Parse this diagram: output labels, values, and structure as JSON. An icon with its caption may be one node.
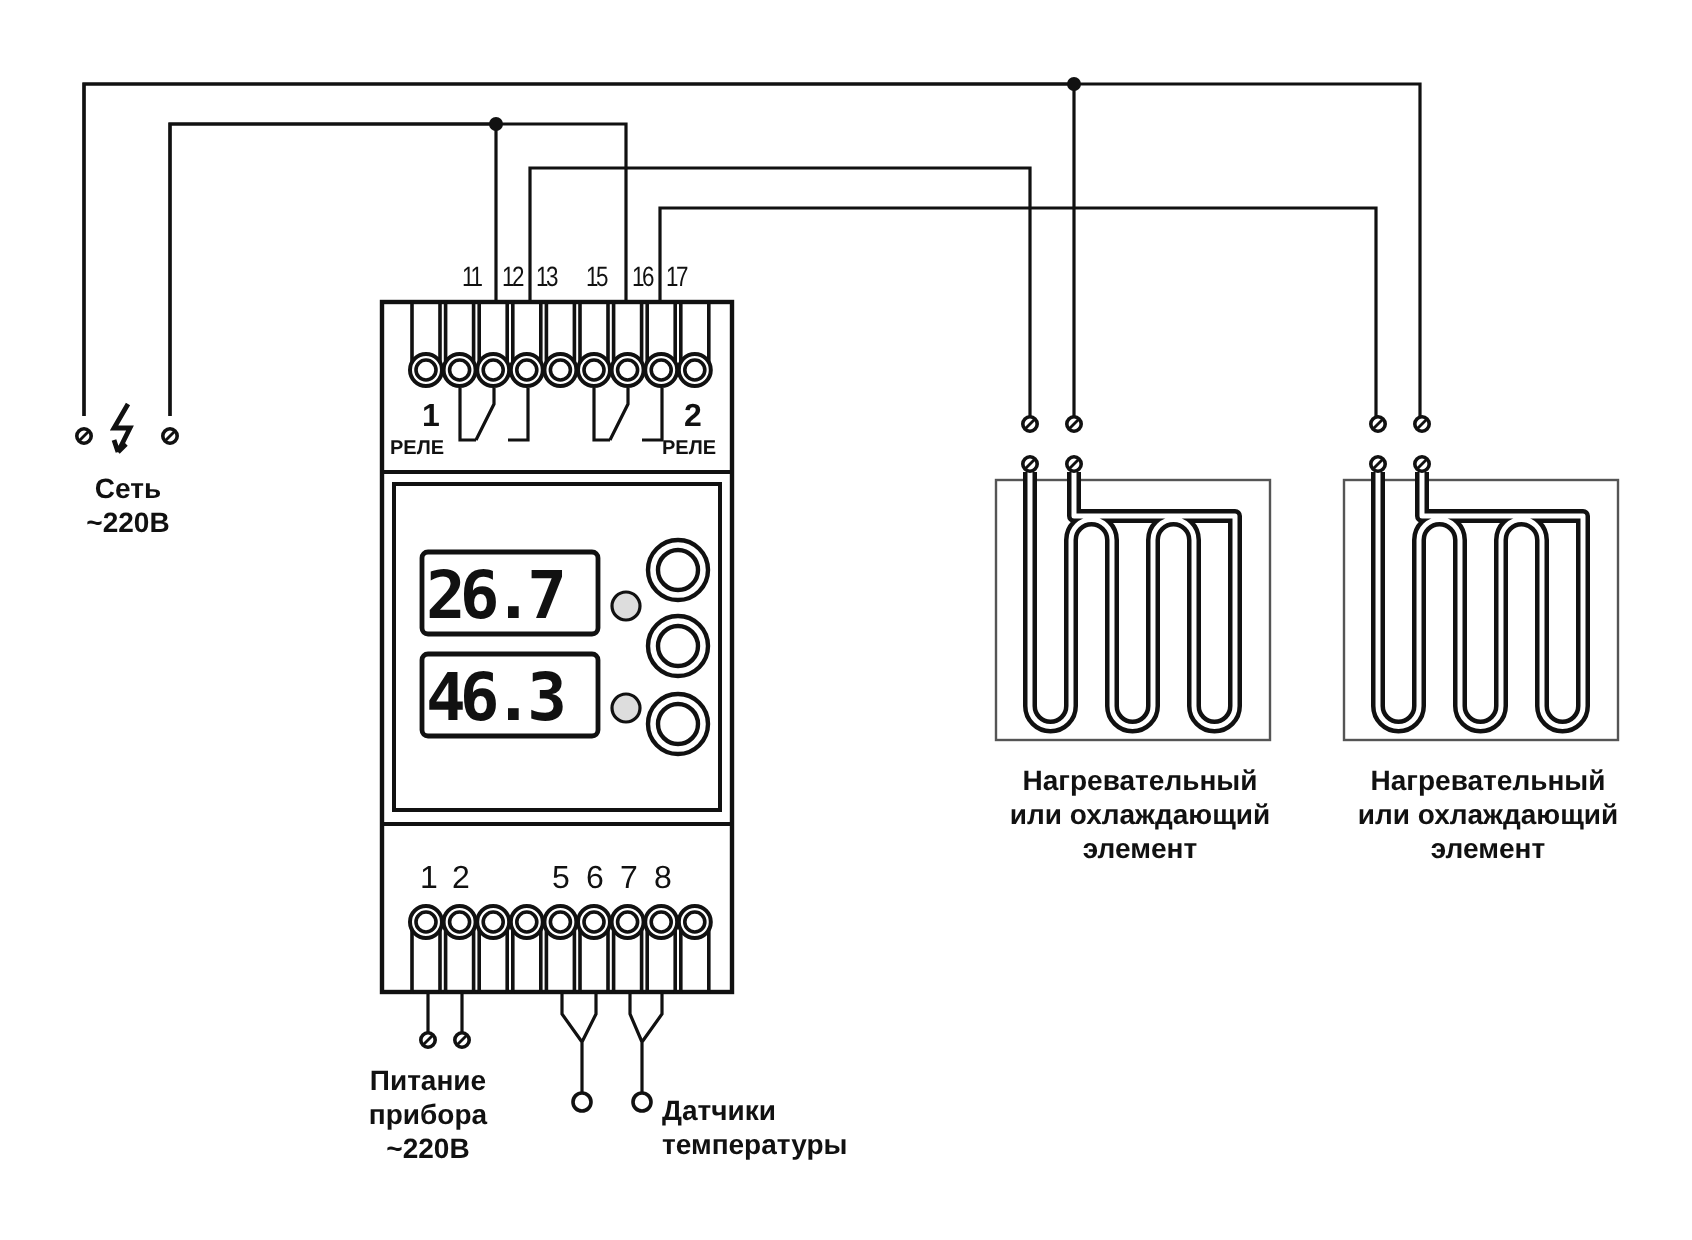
{
  "diagram": {
    "nodes": [
      {
        "text": [
          "Сеть ~220В"
        ]
      },
      {
        "text": [],
        "shape": "box"
      },
      {
        "text": [
          "Нагревательный или охлаждающий элемент"
        ]
      },
      {
        "text": [
          "Нагревательный или охлаждающий элемент"
        ]
      },
      {
        "text": [
          "Питание прибора ~220В"
        ]
      },
      {
        "text": [],
        "shape": "circle"
      },
      {
        "text": [
          "Датчики температуры"
        ]
      }
    ],
    "edges": [
      {
        "from": 0,
        "to": 2,
        "arrow": "none"
      },
      {
        "from": 0,
        "to": 3,
        "arrow": "none"
      },
      {
        "from": 0,
        "to": 1,
        "arrow": "none"
      },
      {
        "from": 0,
        "to": 1,
        "arrow": "none"
      },
      {
        "from": 1,
        "to": 2,
        "arrow": "none"
      },
      {
        "from": 1,
        "to": 3,
        "arrow": "none"
      },
      {
        "from": 1,
        "to": 4,
        "arrow": "none"
      },
      {
        "from": 1,
        "to": 5,
        "arrow": "none"
      },
      {
        "from": 1,
        "to": 6,
        "arrow": "none"
      }
    ],
    "labels": [
      "11",
      "12",
      "13",
      "15",
      "16",
      "17",
      "1",
      "РЕЛЕ",
      "2",
      "РЕЛЕ",
      "26.7",
      "46.3",
      "1",
      "2",
      "5",
      "6",
      "7",
      "8"
    ]
  }
}
